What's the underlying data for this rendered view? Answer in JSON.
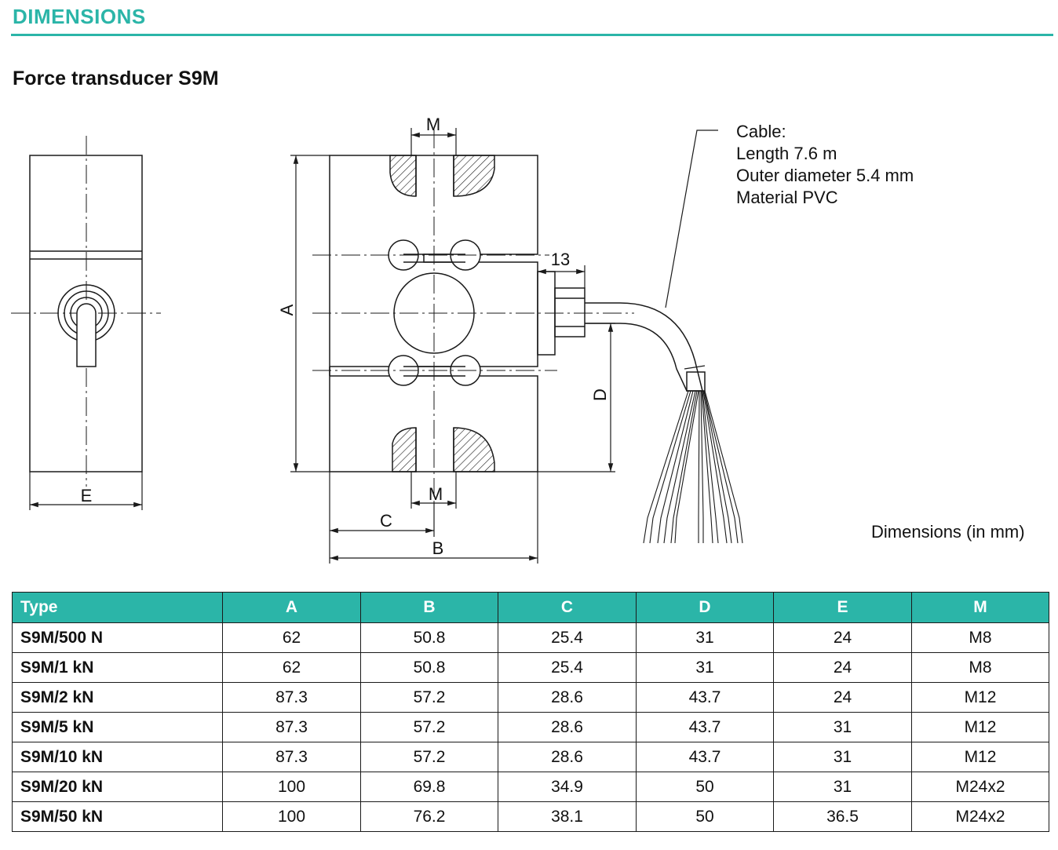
{
  "section_title": "DIMENSIONS",
  "product_title": "Force transducer S9M",
  "cable_note": {
    "heading": "Cable:",
    "lines": [
      "Length 7.6 m",
      "Outer diameter 5.4 mm",
      "Material PVC"
    ]
  },
  "drawing_labels": {
    "E": "E",
    "M_top": "M",
    "M_bottom": "M",
    "A": "A",
    "B": "B",
    "C": "C",
    "D": "D",
    "dim_13": "13"
  },
  "units_note": "Dimensions (in mm)",
  "table": {
    "headers": [
      "Type",
      "A",
      "B",
      "C",
      "D",
      "E",
      "M"
    ],
    "rows": [
      [
        "S9M/500 N",
        "62",
        "50.8",
        "25.4",
        "31",
        "24",
        "M8"
      ],
      [
        "S9M/1 kN",
        "62",
        "50.8",
        "25.4",
        "31",
        "24",
        "M8"
      ],
      [
        "S9M/2 kN",
        "87.3",
        "57.2",
        "28.6",
        "43.7",
        "24",
        "M12"
      ],
      [
        "S9M/5 kN",
        "87.3",
        "57.2",
        "28.6",
        "43.7",
        "31",
        "M12"
      ],
      [
        "S9M/10 kN",
        "87.3",
        "57.2",
        "28.6",
        "43.7",
        "31",
        "M12"
      ],
      [
        "S9M/20 kN",
        "100",
        "69.8",
        "34.9",
        "50",
        "31",
        "M24x2"
      ],
      [
        "S9M/50 kN",
        "100",
        "76.2",
        "38.1",
        "50",
        "36.5",
        "M24x2"
      ]
    ]
  },
  "colors": {
    "accent": "#2bb5a8",
    "line": "#1a1a1a",
    "text": "#111111"
  }
}
